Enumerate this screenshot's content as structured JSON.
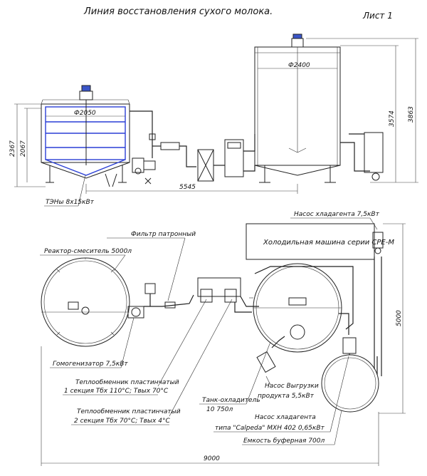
{
  "title": "Линия восстановления сухого молока.",
  "sheet": "Лист 1",
  "dimensions": {
    "d_reactor": "Ф2050",
    "d_tank": "Ф2400",
    "h_left_outer": "2367",
    "h_left_inner": "2067",
    "h_right_outer": "3863",
    "h_right_inner": "3574",
    "width_top": "5545",
    "width_bottom": "9000",
    "height_plan": "5000"
  },
  "labels": {
    "heaters": "ТЭНы 8х15кВт",
    "pump_chiller": "Насос хладагента 7,5кВт",
    "chiller_unit": "Холодильная машина серии CPE-M",
    "filter": "Фильтр патронный",
    "reactor": "Реактор-смеситель 5000л",
    "homogenizer": "Гомогенизатор 7,5кВт",
    "hx1_line1": "Теплообменник пластинчатый",
    "hx1_line2": "1 секция Тбх 110°С; Твых 70°С",
    "hx2_line1": "Теплообменник пластинчатый",
    "hx2_line2": "2 секция Тбх 70°С; Твых  4°С",
    "tank_line1": "Танк-охладитель",
    "tank_line2": "10 750л",
    "pump_unload_line1": "Насос Выгрузки",
    "pump_unload_line2": "продукта 5,5кВт",
    "pump_coolant_line1": "Насос хладагента",
    "pump_coolant_line2": "типа \"Calpeda\" МХН 402 0,65кВт",
    "buffer": "Емкость буферная 700л"
  }
}
